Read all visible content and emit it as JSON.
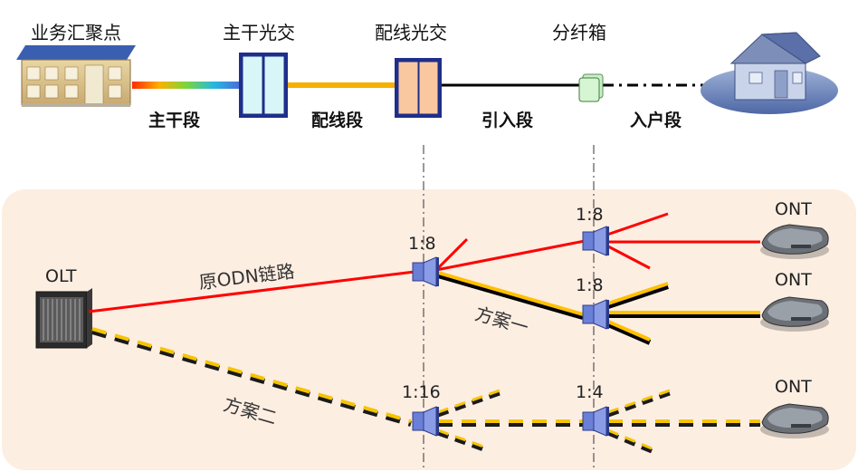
{
  "top": {
    "nodes": [
      {
        "label": "业务汇聚点"
      },
      {
        "label": "主干光交"
      },
      {
        "label": "配线光交"
      },
      {
        "label": "分纤箱"
      }
    ],
    "segments": [
      {
        "label": "主干段"
      },
      {
        "label": "配线段"
      },
      {
        "label": "引入段"
      },
      {
        "label": "入户段"
      }
    ]
  },
  "bottom": {
    "olt_label": "OLT",
    "ont_labels": [
      "ONT",
      "ONT",
      "ONT"
    ],
    "splitters": [
      {
        "ratio": "1:8"
      },
      {
        "ratio": "1:8"
      },
      {
        "ratio": "1:8"
      },
      {
        "ratio": "1:16"
      },
      {
        "ratio": "1:4"
      }
    ],
    "paths": {
      "original": "原ODN链路",
      "plan1": "方案一",
      "plan2": "方案二"
    }
  },
  "colors": {
    "panel_bg": "#fdeee2",
    "red_line": "#ff0000",
    "yellow_line": "#ffc000",
    "black_line": "#000000",
    "dashed_yellow": "#f5c400",
    "splitter": "#6a7fd6",
    "box_cyan": "#d8f6f8",
    "box_orange": "#fac8a0",
    "box_green": "#d6f5d2"
  }
}
